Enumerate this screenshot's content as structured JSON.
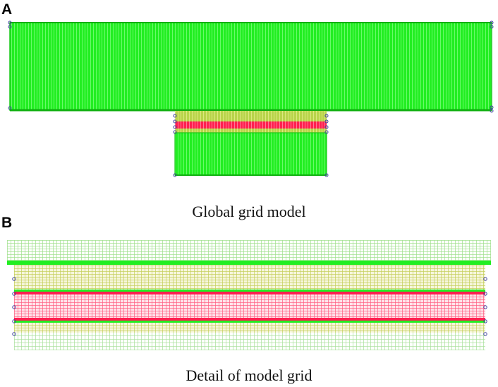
{
  "panel_a": {
    "label": "A",
    "caption": "Global grid model"
  },
  "panel_b": {
    "label": "B",
    "caption": "Detail of model grid"
  },
  "colors": {
    "mesh_green": "#22ee22",
    "mesh_light_green": "#8fe05a",
    "mesh_yellow_green": "#c8d850",
    "mesh_red": "#ff2050",
    "mesh_pink": "#ff5c80",
    "node_marker": "#4040a0"
  },
  "icons": {
    "node": "node-marker-icon"
  }
}
